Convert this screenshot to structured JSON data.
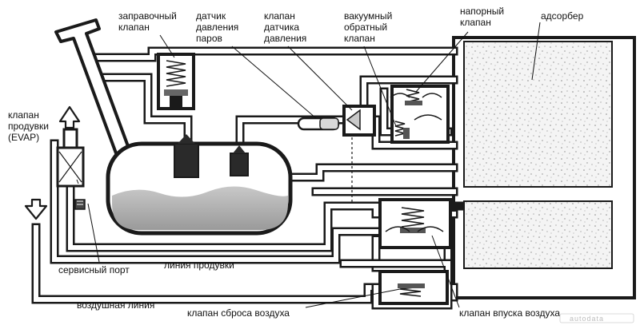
{
  "labels": {
    "fill_valve": [
      "заправочный",
      "клапан"
    ],
    "vapor_pressure_sensor": [
      "датчик",
      "давления",
      "паров"
    ],
    "pressure_sensor_valve": [
      "клапан",
      "датчика",
      "давления"
    ],
    "vacuum_check_valve": [
      "вакуумный",
      "обратный",
      "клапан"
    ],
    "pressure_valve": [
      "напорный",
      "клапан"
    ],
    "adsorber": "адсорбер",
    "purge_valve": [
      "клапан",
      "продувки",
      "(EVAP)"
    ],
    "service_port": "сервисный порт",
    "purge_line": "линия продувки",
    "air_line": "воздушная линия",
    "air_relief_valve": "клапан сброса воздуха",
    "air_intake_valve": "клапан впуска воздуха"
  },
  "watermark": "autodata",
  "colors": {
    "line": "#1a1a1a",
    "fuel": "#a9a9a9",
    "adsorber_fill": "#f4f4f4",
    "adsorber_dots": "#8a8a8a"
  }
}
